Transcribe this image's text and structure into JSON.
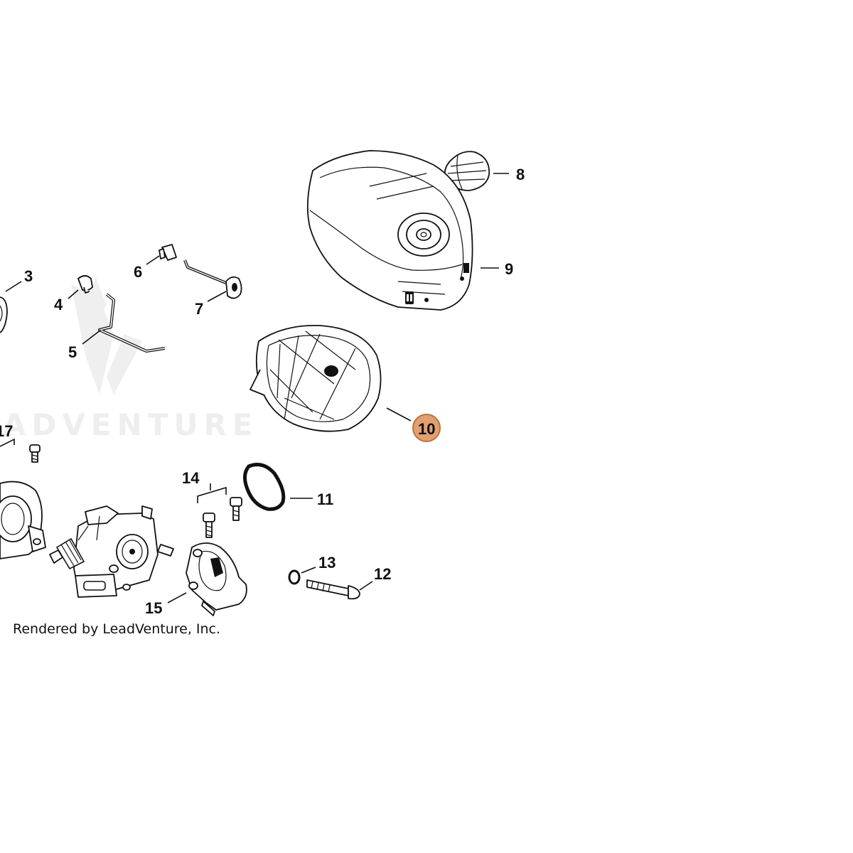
{
  "callouts": {
    "c3": "3",
    "c4": "4",
    "c5": "5",
    "c6": "6",
    "c7": "7",
    "c8": "8",
    "c9": "9",
    "c10": "10",
    "c11": "11",
    "c12": "12",
    "c13": "13",
    "c14": "14",
    "c15": "15",
    "c17": "17"
  },
  "highlight": {
    "label": "10",
    "fill": "#e0a070",
    "stroke": "#c0703a"
  },
  "watermark": {
    "text": "ADVENTURE"
  },
  "credit": "Rendered by LeadVenture, Inc."
}
